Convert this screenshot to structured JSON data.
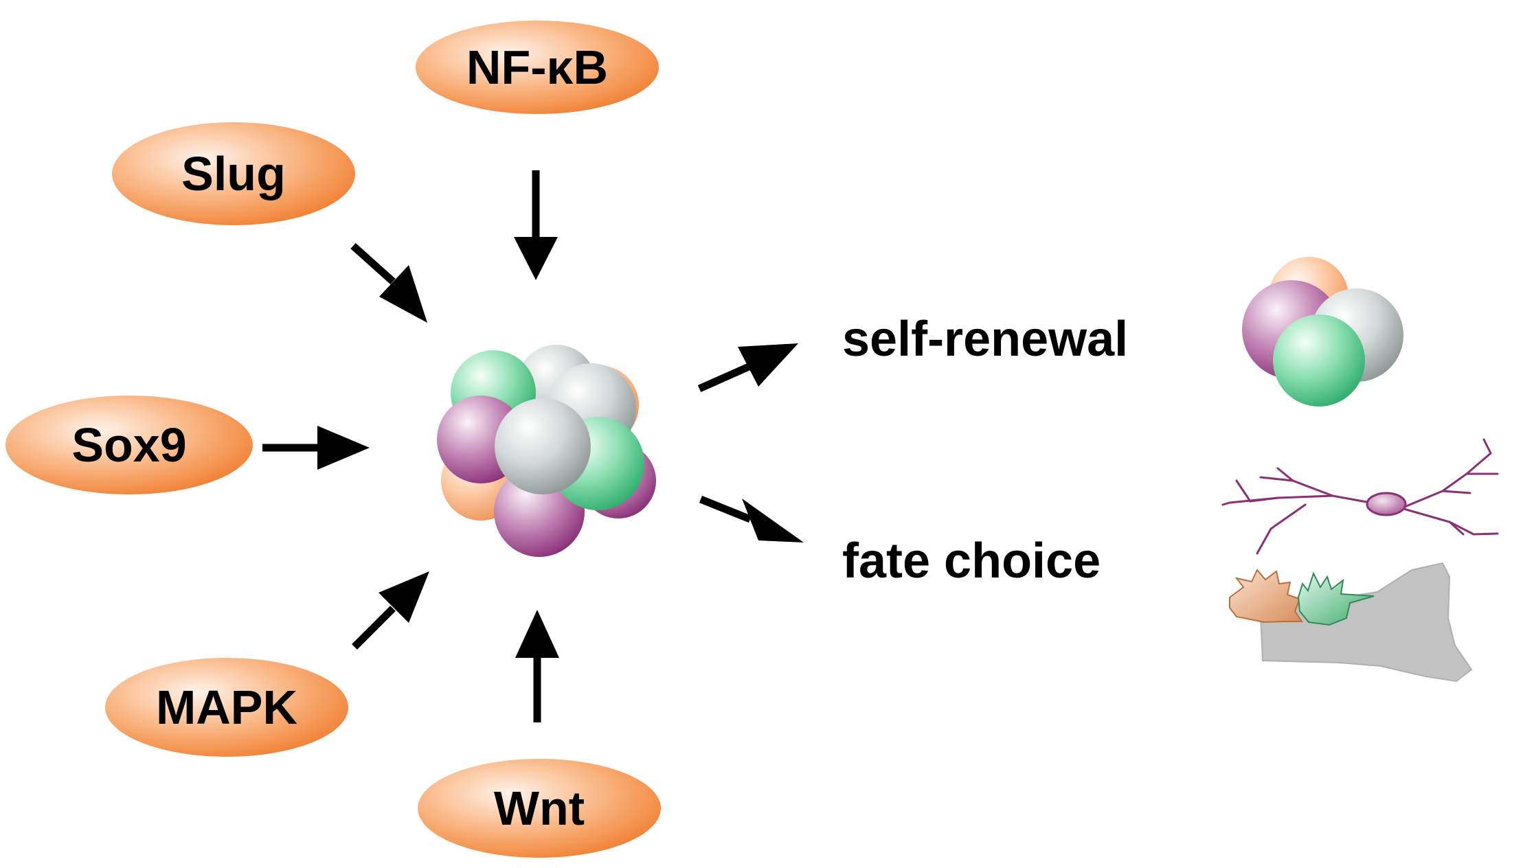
{
  "regulators": [
    {
      "id": "nfkb",
      "label": "NF-κB"
    },
    {
      "id": "slug",
      "label": "Slug"
    },
    {
      "id": "sox9",
      "label": "Sox9"
    },
    {
      "id": "mapk",
      "label": "MAPK"
    },
    {
      "id": "wnt",
      "label": "Wnt"
    }
  ],
  "outcomes": {
    "self_renewal": "self-renewal",
    "fate_choice": "fate choice"
  },
  "colors": {
    "oval": "#f58a3c",
    "oval_light": "#fde0c8",
    "arrow": "#000000",
    "sphere_green": "#3cbf7a",
    "sphere_purple": "#9b3d8a",
    "sphere_gray": "#9aa3a3",
    "sphere_peach": "#f7a978",
    "neuron": "#8a2f78",
    "glia_bg": "#b9b9b9"
  }
}
